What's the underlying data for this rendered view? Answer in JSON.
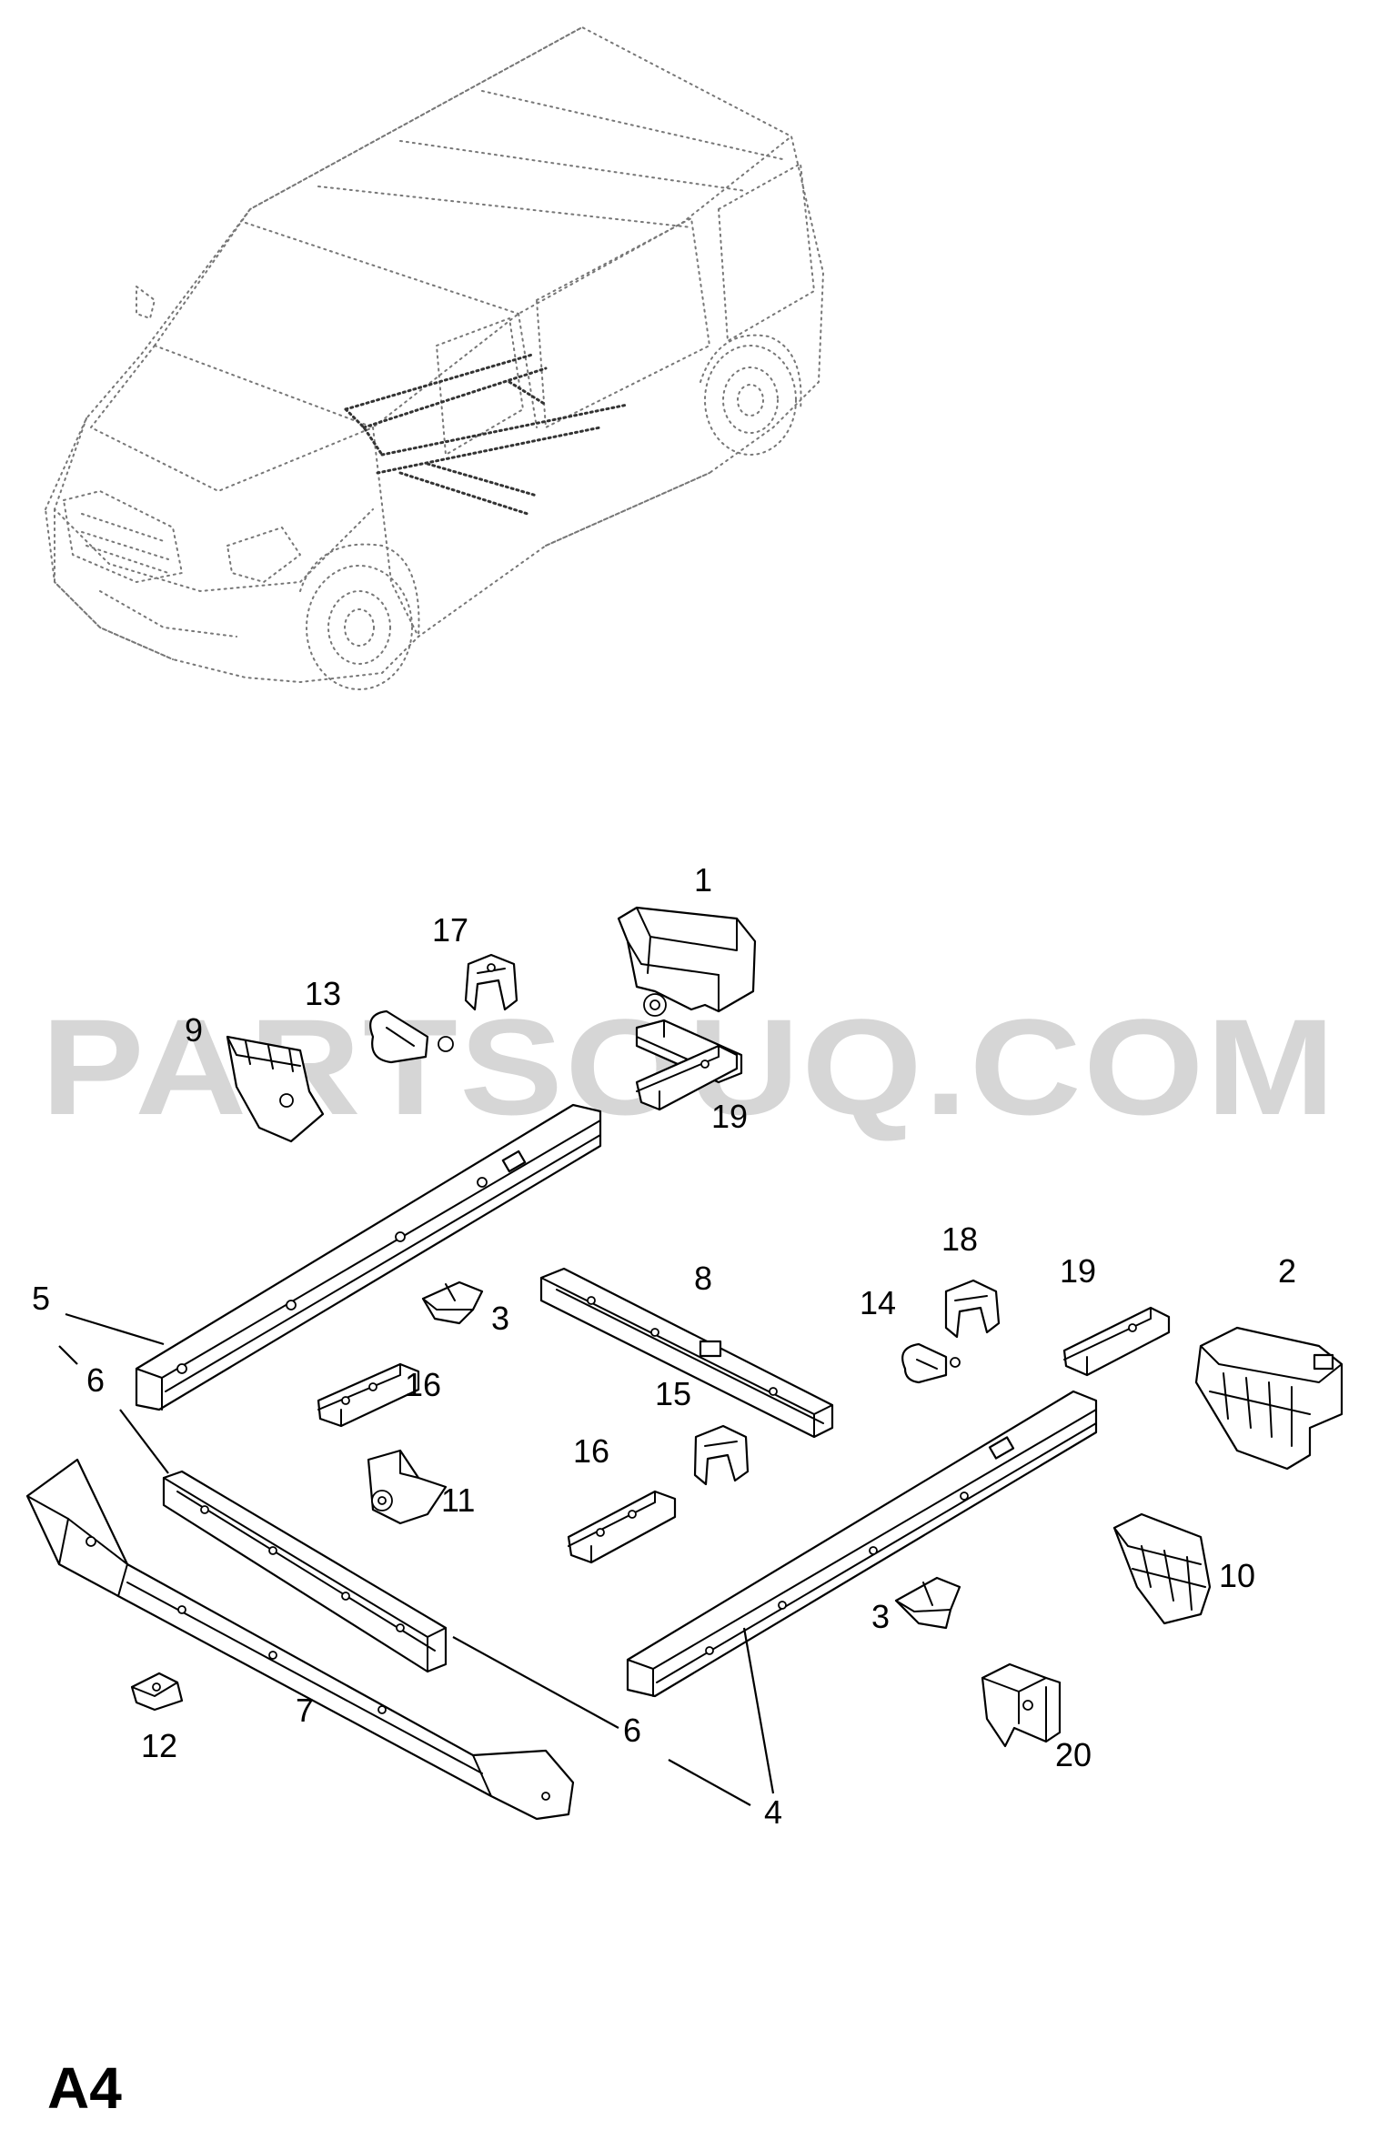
{
  "watermark": "PARTSOUQ.COM",
  "page_code": "A4",
  "callouts": [
    "1",
    "17",
    "13",
    "9",
    "19",
    "18",
    "2",
    "19",
    "14",
    "8",
    "5",
    "6",
    "3",
    "16",
    "15",
    "16",
    "11",
    "10",
    "3",
    "12",
    "7",
    "20",
    "6",
    "4"
  ]
}
